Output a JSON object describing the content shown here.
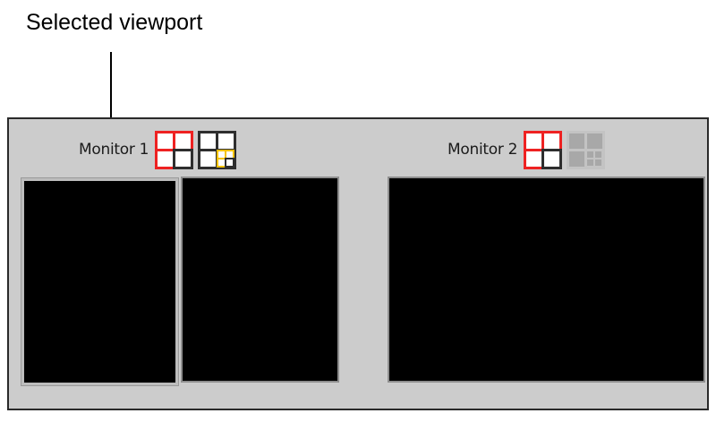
{
  "annotation": {
    "label": "Selected viewport",
    "leader_line": "vertical-pointer"
  },
  "colors": {
    "panel_background": "#cccccc",
    "panel_border": "#2a2a2a",
    "viewport_background": "#000000",
    "selected_border": "#bdbdbd",
    "accent_red": "#ee2222",
    "accent_gold": "#f5c200",
    "icon_dark": "#2e2e2e",
    "disabled_gray": "#a8a8a8"
  },
  "monitors": [
    {
      "label": "Monitor 1",
      "icons": [
        {
          "name": "layout-2x2-red-icon",
          "state": "enabled",
          "accent": "#ee2222",
          "cells": [
            "red",
            "red",
            "red",
            "dark"
          ]
        },
        {
          "name": "layout-2x2-nested-gold-icon",
          "state": "enabled",
          "accent": "#f5c200",
          "cells": [
            "dark",
            "dark",
            "dark",
            "nested"
          ],
          "nested_cells": [
            "gold",
            "gold",
            "gold",
            "dark"
          ]
        }
      ],
      "viewports": [
        {
          "name": "viewport-left",
          "selected": true
        },
        {
          "name": "viewport-right",
          "selected": false
        }
      ]
    },
    {
      "label": "Monitor 2",
      "icons": [
        {
          "name": "layout-2x2-red-icon",
          "state": "enabled",
          "accent": "#ee2222",
          "cells": [
            "red",
            "red",
            "red",
            "dark"
          ]
        },
        {
          "name": "layout-2x2-nested-disabled-icon",
          "state": "disabled",
          "accent": "#a8a8a8",
          "cells": [
            "gray",
            "gray",
            "gray",
            "nested"
          ],
          "nested_cells": [
            "gray",
            "gray",
            "gray",
            "gray"
          ]
        }
      ],
      "viewports": [
        {
          "name": "viewport-main",
          "selected": false
        }
      ]
    }
  ]
}
